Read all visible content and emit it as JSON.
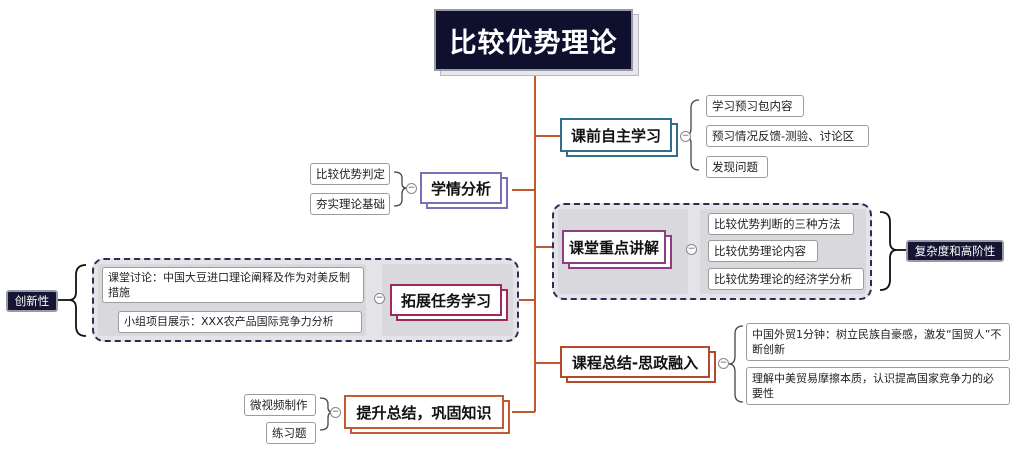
{
  "root": {
    "title": "比较优势理论"
  },
  "branches": {
    "b1": {
      "label": "课前自主学习",
      "color": "#2f6f8a",
      "items": [
        "学习预习包内容",
        "预习情况反馈-测验、讨论区",
        "发现问题"
      ]
    },
    "b2": {
      "label": "学情分析",
      "color": "#7a70b8",
      "items": [
        "比较优势判定",
        "夯实理论基础"
      ]
    },
    "b3": {
      "label": "课堂重点讲解",
      "color": "#8e3c84",
      "items": [
        "比较优势判断的三种方法",
        "比较优势理论内容",
        "比较优势理论的经济学分析"
      ],
      "summary": "复杂度和高阶性"
    },
    "b4": {
      "label": "拓展任务学习",
      "color": "#a0285a",
      "items": [
        "课堂讨论：中国大豆进口理论阐释及作为对美反制措施",
        "小组项目展示：XXX农产品国际竞争力分析"
      ],
      "summary": "创新性"
    },
    "b5": {
      "label": "课程总结-思政融入",
      "color": "#b54a2a",
      "items": [
        "中国外贸1分钟：树立民族自豪感，激发“国贸人”不断创新",
        "理解中美贸易摩擦本质，认识提高国家竞争力的必要性"
      ]
    },
    "b6": {
      "label": "提升总结，巩固知识",
      "color": "#c25a33",
      "items": [
        "微视频制作",
        "练习题"
      ]
    }
  },
  "colors": {
    "trunk": "#c0592e",
    "root_bg": "#0f0f2e",
    "group_border": "#2c2c55"
  },
  "icons": {
    "toggle": "collapse-toggle-icon"
  }
}
